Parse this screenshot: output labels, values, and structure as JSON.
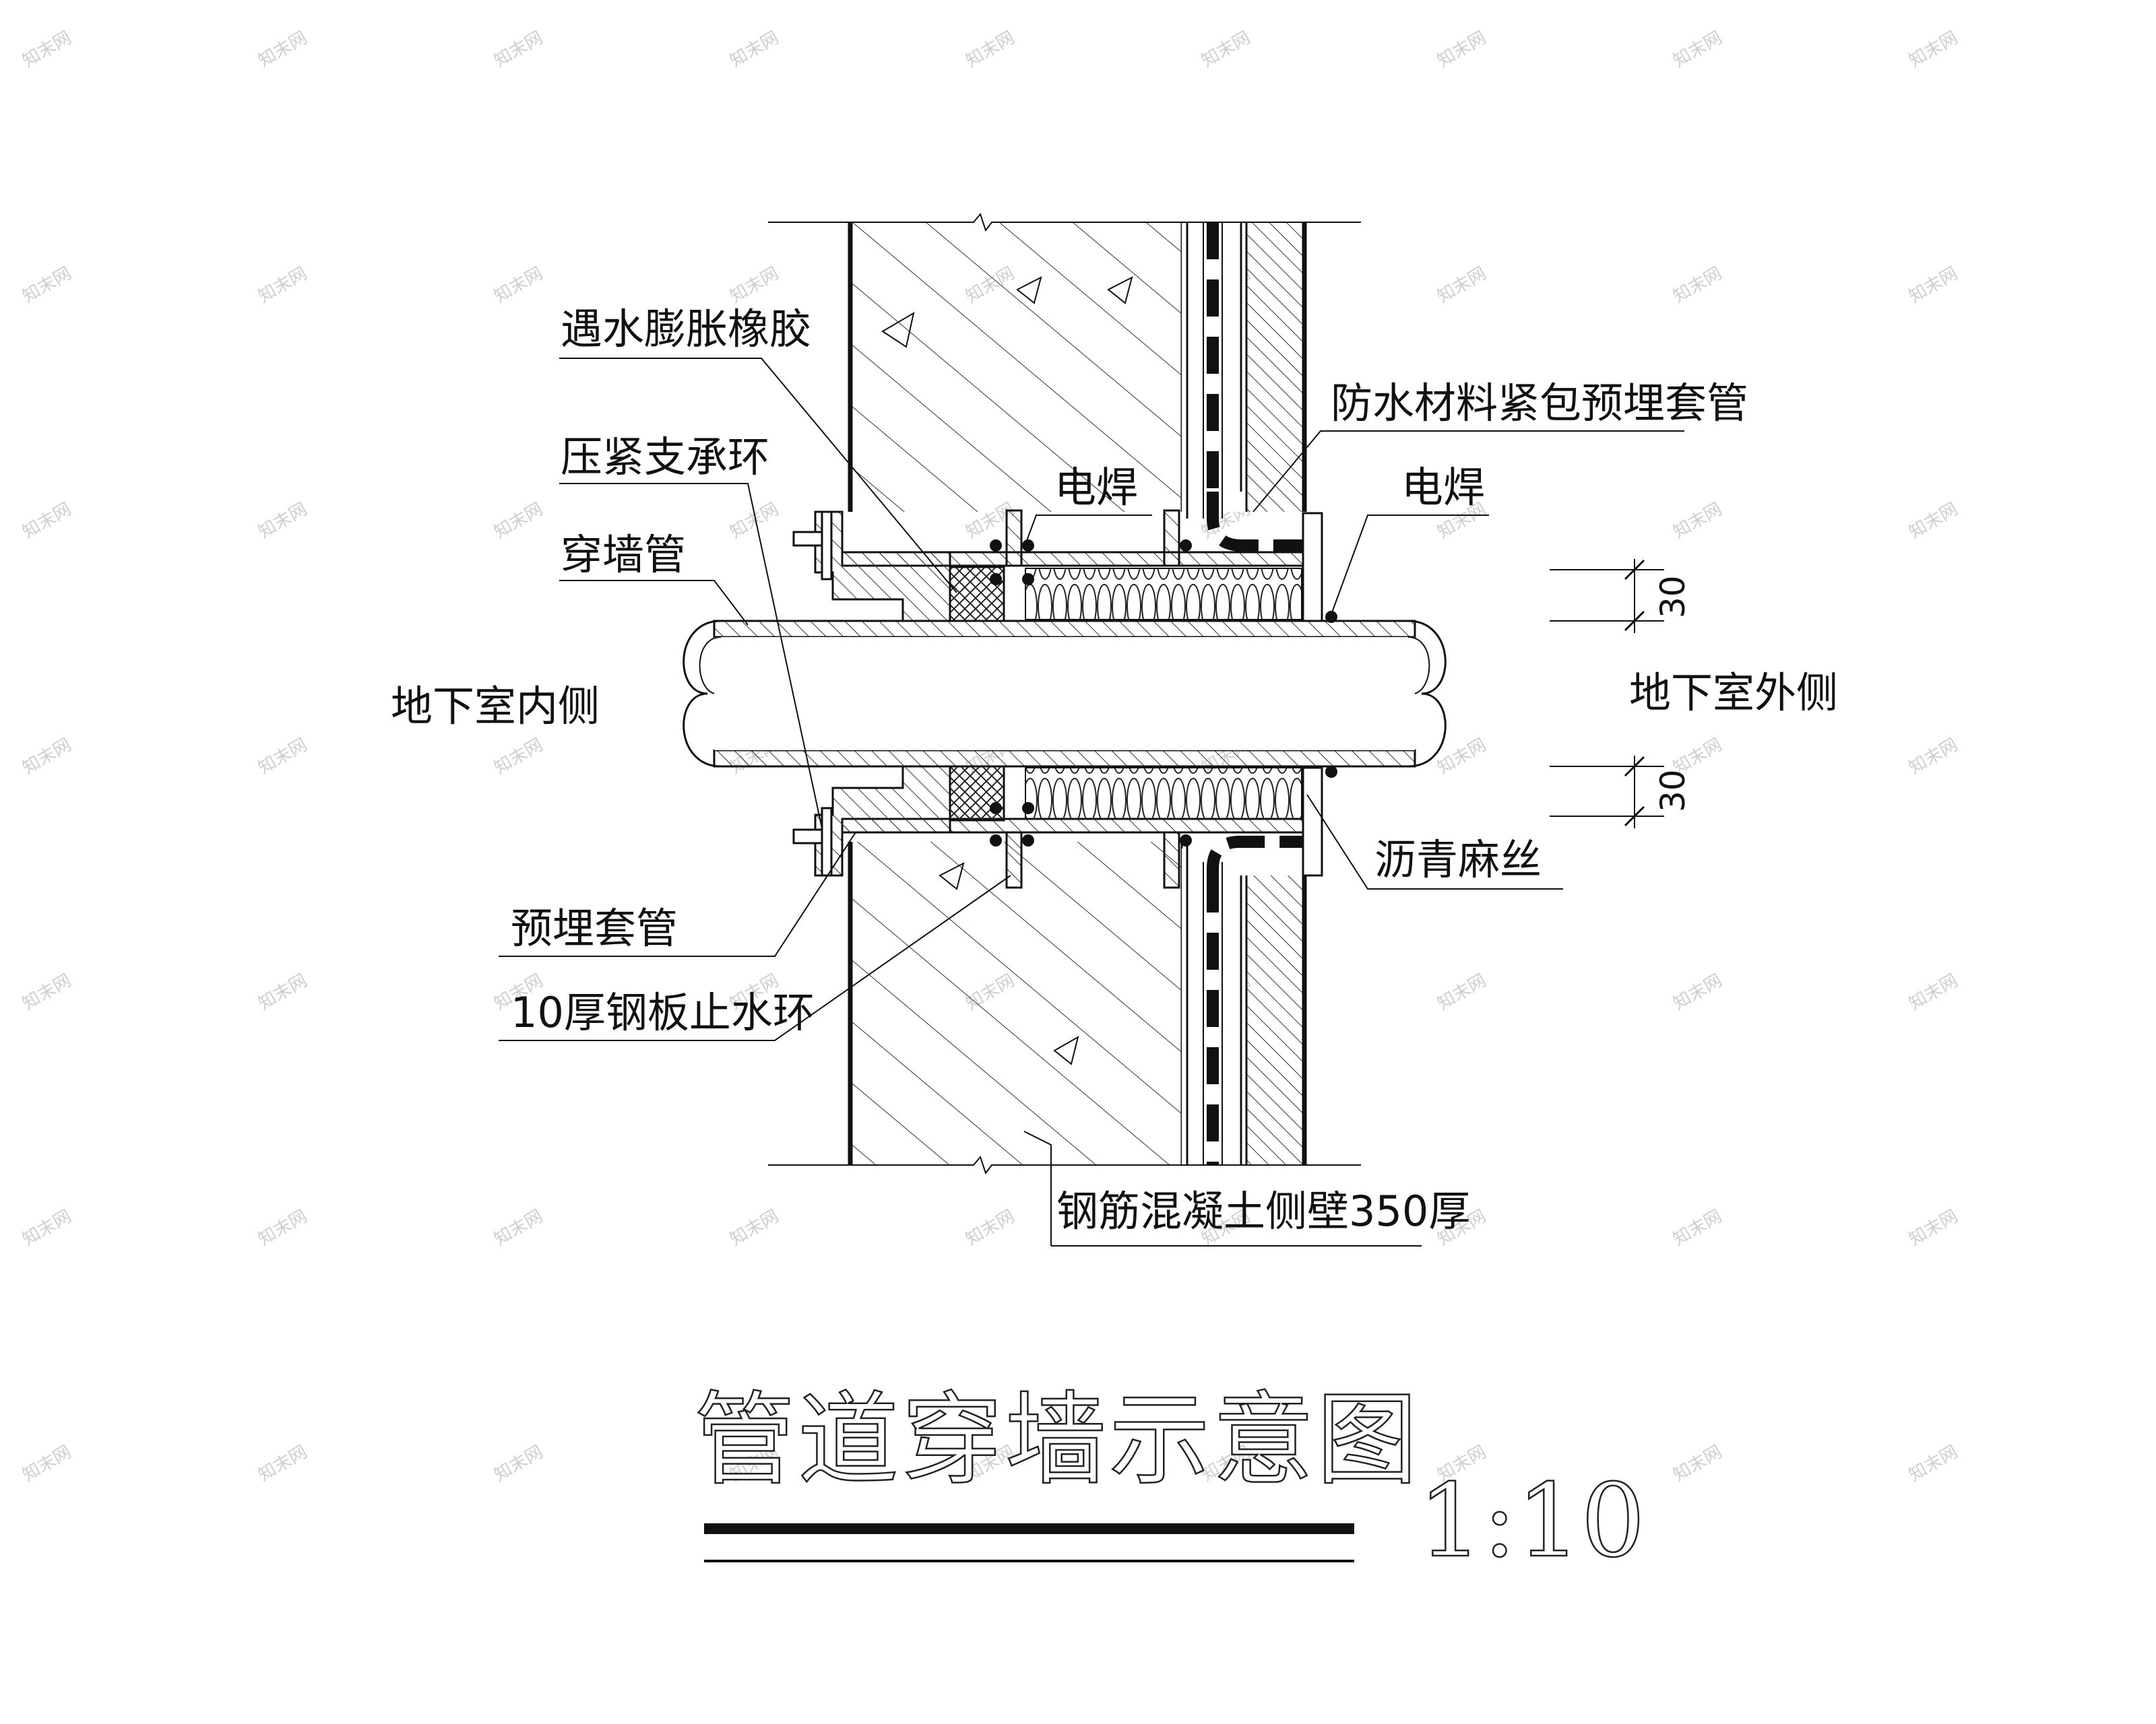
{
  "title": "管道穿墙示意图",
  "scale": "1:10",
  "sides": {
    "inside": "地下室内侧",
    "outside": "地下室外侧"
  },
  "labels": {
    "swelling_rubber": "遇水膨胀橡胶",
    "support_ring": "压紧支承环",
    "wall_pipe": "穿墙管",
    "embedded_sleeve": "预埋套管",
    "water_stop_ring": "10厚钢板止水环",
    "waterproof_wrap": "防水材料紧包预埋套管",
    "weld_left": "电焊",
    "weld_right": "电焊",
    "asphalt_hemp": "沥青麻丝",
    "concrete_wall": "钢筋混凝土侧壁350厚"
  },
  "dimensions": {
    "upper_gap": "30",
    "lower_gap": "30"
  },
  "watermark": "知末网"
}
